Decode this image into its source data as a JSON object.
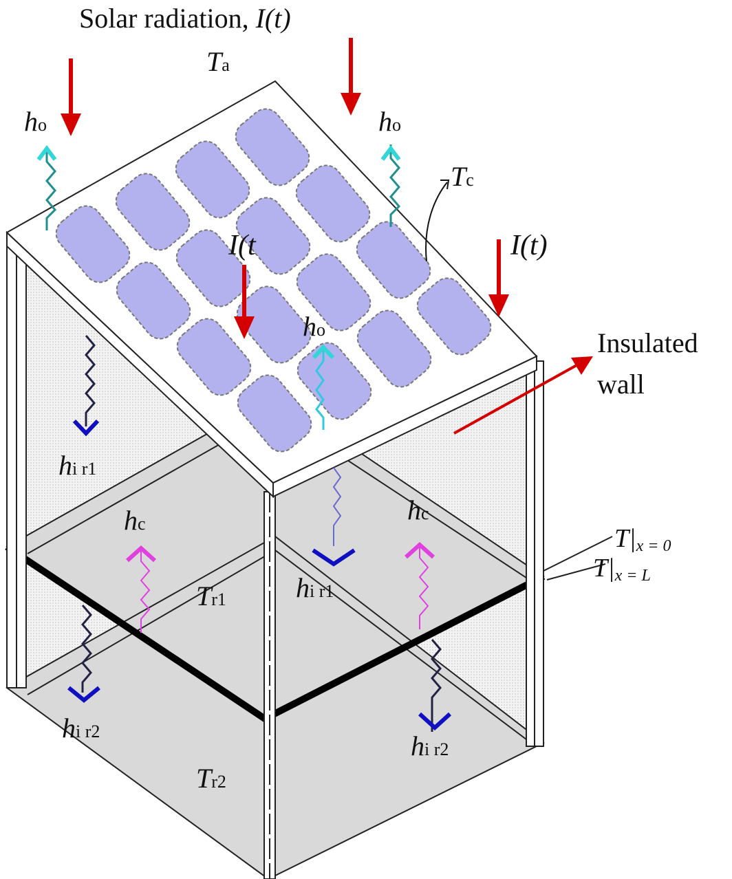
{
  "title": {
    "prefix": "Solar radiation, ",
    "symbol": "I(t)"
  },
  "labels": {
    "ambient_temp": {
      "main": "T",
      "sub": "a"
    },
    "cell_temp": {
      "main": "T",
      "sub": "c"
    },
    "outer_coeff": {
      "main": "h",
      "sub": "o"
    },
    "irradiance_truncated": "I(t",
    "irradiance": "I(t)",
    "insulated_line1": "Insulated",
    "insulated_line2": "wall",
    "inner_rad1": {
      "main": "h",
      "sub": "i r1"
    },
    "inner_rad2": {
      "main": "h",
      "sub": "i r2"
    },
    "conv_coeff": {
      "main": "h",
      "sub": "c"
    },
    "room1_temp": {
      "main": "T",
      "sub": "r1"
    },
    "room2_temp": {
      "main": "T",
      "sub": "r2"
    },
    "floor_top": {
      "main": "T|",
      "sub": "x = 0"
    },
    "floor_bottom": {
      "main": "T|",
      "sub": "x = L"
    }
  },
  "colors": {
    "solar_arrow": "#d40000",
    "pv_cell": "#b4b2ee",
    "outer_wave": "#1f8f8f",
    "outer_arrowhead": "#33d6d6",
    "inner_arrowhead": "#1010c0",
    "convection": "#e040e0",
    "floor": "#d9d9d9"
  }
}
